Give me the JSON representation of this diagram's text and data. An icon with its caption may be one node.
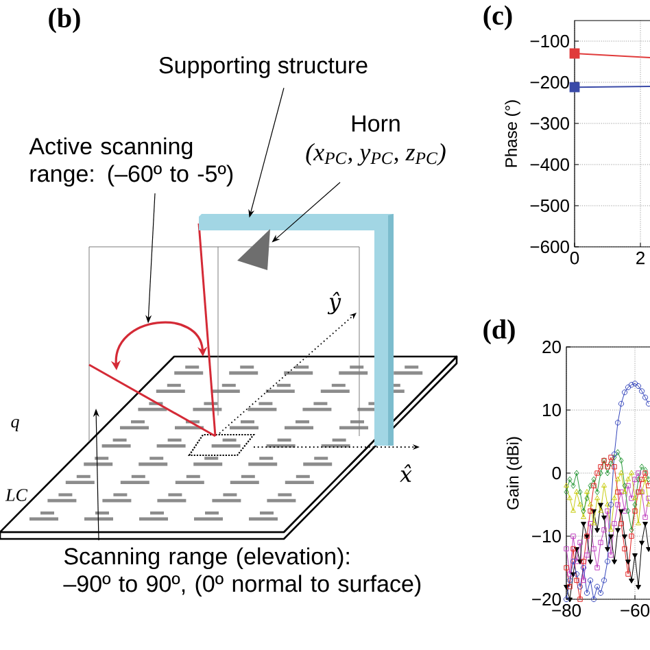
{
  "diagram": {
    "nodes": [
      {
        "text": [
          "Supporting structure"
        ]
      },
      {
        "text": [],
        "shape": "bar"
      },
      {
        "text": [
          "Horn",
          "(x$_{PC}$, y$_{PC}$, z$_{PC}$)"
        ]
      },
      {
        "text": [],
        "shape": "triangle"
      },
      {
        "text": [
          "Active scanning range: (–60º to -5º)"
        ]
      },
      {
        "text": [],
        "shape": "arc"
      },
      {
        "text": [
          "Scanning range (elevation): –90º to 90º, (0º normal to surface)"
        ]
      }
    ],
    "edges": [
      {
        "from": 0,
        "to": 1,
        "arrow": "to"
      },
      {
        "from": 2,
        "to": 3,
        "arrow": "to"
      },
      {
        "from": 4,
        "to": 5,
        "arrow": "to"
      },
      {
        "from": 6,
        "to": null,
        "arrow": "to"
      }
    ],
    "labels": [
      "(b)",
      "(c)",
      "ŷ",
      "(d)",
      "q",
      "x̂",
      "LC"
    ],
    "chart_data": [
      {
        "type": "line",
        "ylabel": "Phase (°)",
        "x": [
          0,
          2.3
        ],
        "series": [
          {
            "color": "#e03a3a",
            "marker": "square",
            "values": [
              -130,
              -140
            ]
          },
          {
            "color": "#3a4aa8",
            "marker": "square",
            "values": [
              -212,
              -210
            ]
          }
        ],
        "xlim": [
          0,
          2.4
        ],
        "ylim": [
          -600,
          -50
        ],
        "xticks": [
          0,
          2
        ],
        "yticks": [
          -600,
          -500,
          -400,
          -300,
          -200,
          -100
        ],
        "grid": true
      },
      {
        "type": "line",
        "ylabel": "Gain (dBi)",
        "x": [
          -80,
          -79,
          -78,
          -77,
          -76,
          -75,
          -74,
          -73,
          -72,
          -71,
          -70,
          -69,
          -68,
          -67,
          -66,
          -65,
          -64,
          -63,
          -62,
          -61,
          -60,
          -59,
          -58,
          -57,
          -56
        ],
        "series": [
          {
            "color": "#3344bb",
            "marker": "circle",
            "values": [
              -20,
              -17,
              -14,
              -16,
              -18,
              -15,
              -19,
              -17,
              -20,
              -18,
              -19,
              -17,
              -14,
              -5,
              3,
              8,
              11,
              12.8,
              13.6,
              14,
              14.2,
              13.8,
              13,
              12,
              11
            ]
          },
          {
            "color": "#e02020",
            "marker": "square",
            "values": [
              -15,
              -18,
              -12,
              -17,
              -20,
              -14,
              -10,
              -6,
              -2,
              0,
              1,
              2,
              1,
              2.5,
              1,
              -3,
              -8,
              -12,
              -16,
              -10,
              -6,
              -3,
              -1,
              0,
              -2
            ]
          },
          {
            "color": "#2a9a3a",
            "marker": "diamond",
            "values": [
              -3,
              -1,
              -2,
              0,
              -3,
              -6,
              -4,
              -2,
              -1,
              -3,
              0,
              2,
              0,
              1.5,
              2.5,
              3.3,
              2,
              -2,
              -6,
              -9,
              -5,
              -1,
              1,
              0.5,
              -1
            ]
          },
          {
            "color": "#c8cc10",
            "marker": "triangle",
            "values": [
              -2,
              -4,
              -6,
              -3,
              -5,
              -7,
              -3,
              -5,
              -8,
              -4,
              -6,
              -2,
              -5,
              -9,
              -4,
              -1,
              0,
              -3,
              -1,
              0,
              -4,
              -8,
              -3,
              -1,
              -5
            ]
          },
          {
            "color": "#000000",
            "marker": "triangle-down",
            "values": [
              -18,
              -20,
              -16,
              -12,
              -14,
              -8,
              -10,
              -14,
              -6,
              -9,
              -5,
              -7,
              -12,
              -10,
              -14,
              -9,
              -6,
              -10,
              -14,
              -17,
              -13,
              -18,
              -11,
              -8,
              -12
            ]
          },
          {
            "color": "#c040c0",
            "marker": "square",
            "values": [
              -12,
              -16,
              -10,
              -14,
              -11,
              -17,
              -13,
              -8,
              -12,
              -15,
              -11,
              -9,
              -6,
              -13,
              -8,
              -5,
              -3,
              -6,
              -2,
              -4,
              -1,
              0,
              -3,
              -7,
              -4
            ]
          }
        ],
        "xlim": [
          -80,
          -55
        ],
        "ylim": [
          -20,
          20
        ],
        "xticks": [
          -80,
          -60
        ],
        "yticks": [
          -20,
          -10,
          0,
          10,
          20
        ],
        "grid": true
      }
    ]
  }
}
